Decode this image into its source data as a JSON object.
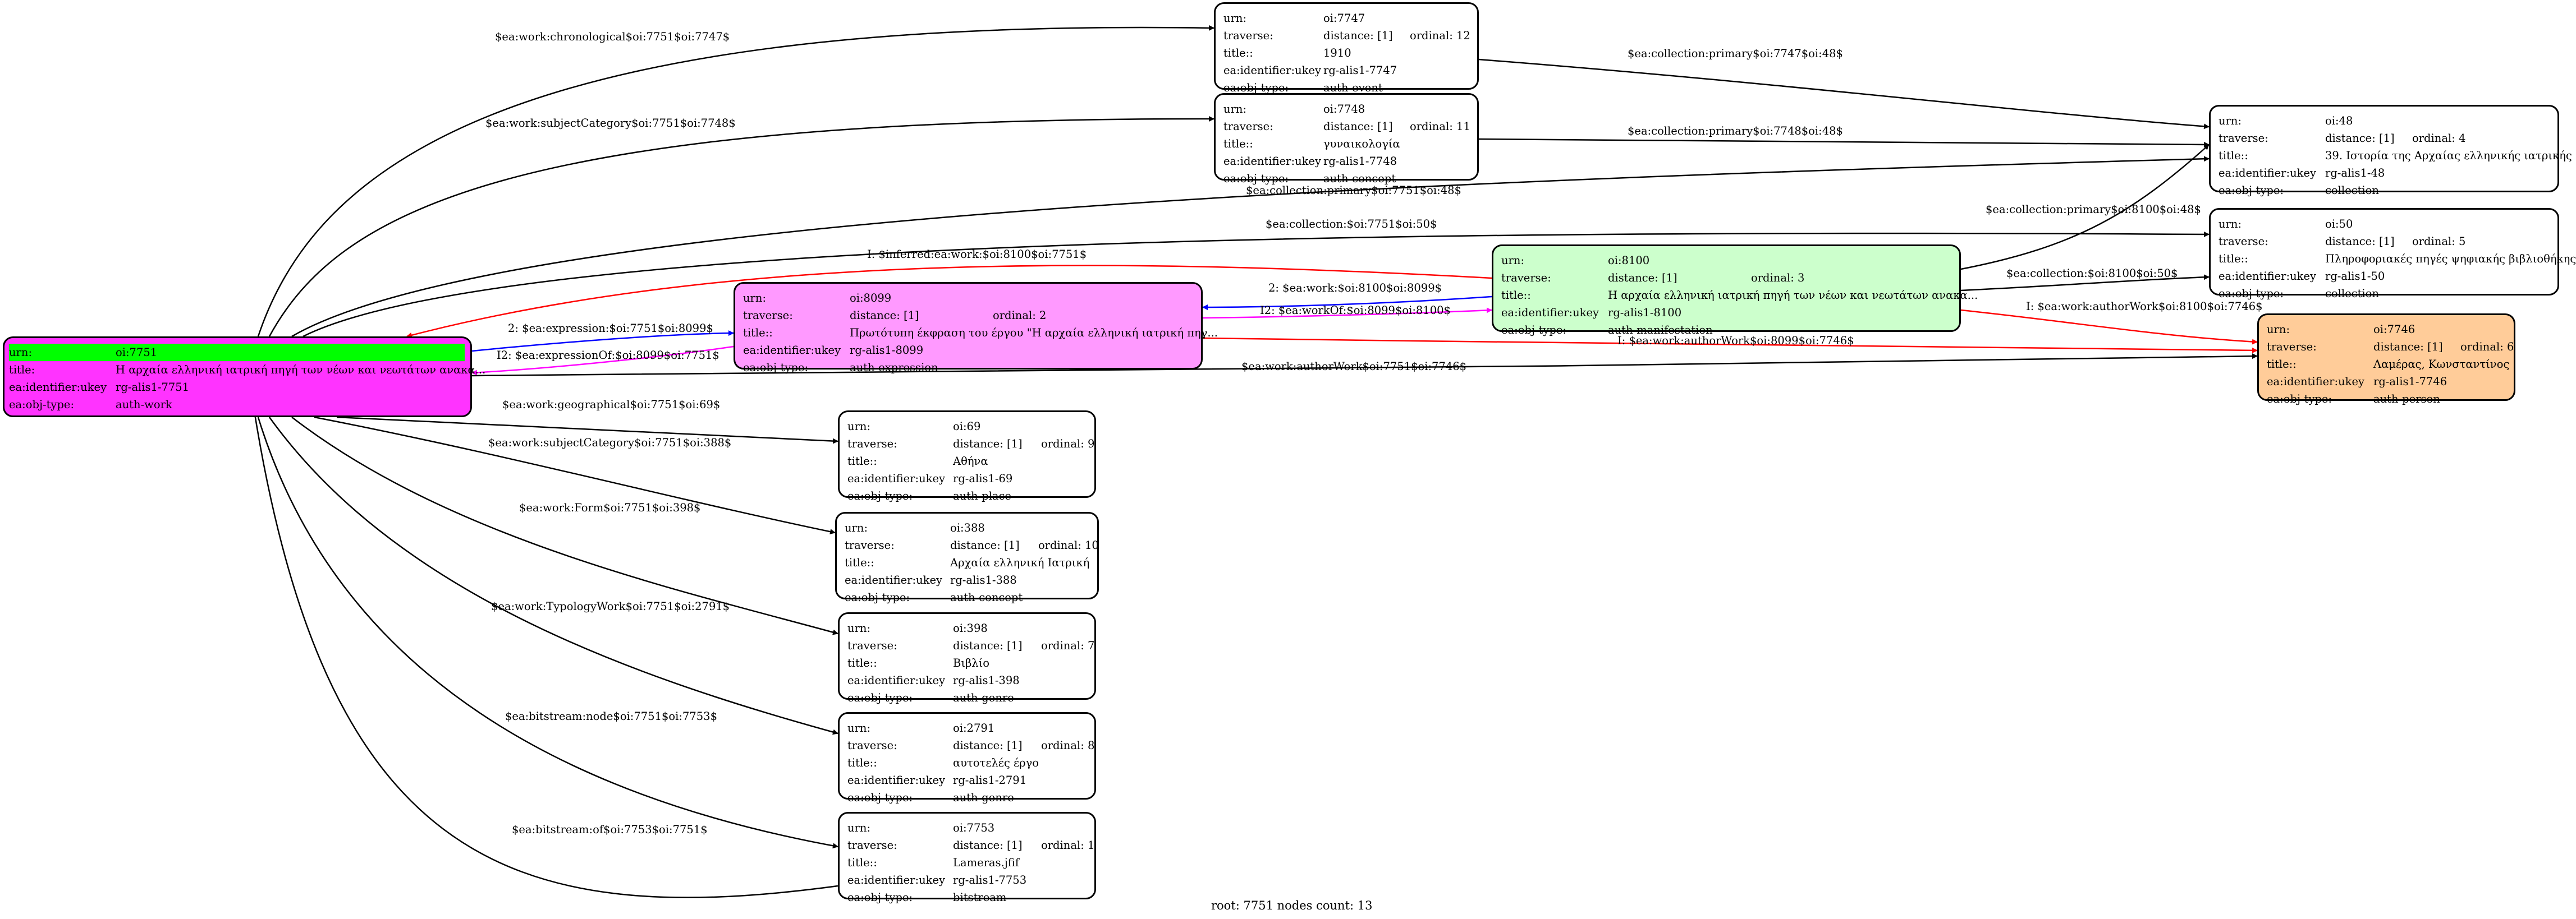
{
  "field_labels": {
    "urn": "urn:",
    "traverse": "traverse:",
    "title": "title::",
    "title_root": "title:",
    "ukey": "ea:identifier:ukey",
    "objtype": "ea:obj-type:"
  },
  "nodes": {
    "n7751": {
      "urn": "oi:7751",
      "title": "Η αρχαία ελληνική ιατρική πηγή των νέων και νεωτάτων ανακα...",
      "ukey": "rg-alis1-7751",
      "objtype": "auth-work",
      "fill": "#ff33ff"
    },
    "n8099": {
      "urn": "oi:8099",
      "distance": "distance: [1]",
      "ordinal": "ordinal: 2",
      "title": "Πρωτότυπη έκφραση του έργου \"Η αρχαία ελληνική ιατρική πηγ...",
      "ukey": "rg-alis1-8099",
      "objtype": "auth-expression",
      "fill": "#ff99ff"
    },
    "n8100": {
      "urn": "oi:8100",
      "distance": "distance: [1]",
      "ordinal": "ordinal: 3",
      "title": "Η αρχαία ελληνική ιατρική πηγή των νέων και νεωτάτων ανακα...",
      "ukey": "rg-alis1-8100",
      "objtype": "auth-manifestation",
      "fill": "#ccffcc"
    },
    "n7747": {
      "urn": "oi:7747",
      "distance": "distance: [1]",
      "ordinal": "ordinal: 12",
      "title": "1910",
      "ukey": "rg-alis1-7747",
      "objtype": "auth-event",
      "fill": "#ffffff"
    },
    "n7748": {
      "urn": "oi:7748",
      "distance": "distance: [1]",
      "ordinal": "ordinal: 11",
      "title": "γυναικολογία",
      "ukey": "rg-alis1-7748",
      "objtype": "auth-concept",
      "fill": "#ffffff"
    },
    "n48": {
      "urn": "oi:48",
      "distance": "distance: [1]",
      "ordinal": "ordinal: 4",
      "title": "39. Ιστορία της Αρχαίας ελληνικής ιατρικής",
      "ukey": "rg-alis1-48",
      "objtype": "collection",
      "fill": "#ffffff"
    },
    "n50": {
      "urn": "oi:50",
      "distance": "distance: [1]",
      "ordinal": "ordinal: 5",
      "title": "Πληροφοριακές πηγές ψηφιακής βιβλιοθήκης",
      "ukey": "rg-alis1-50",
      "objtype": "collection",
      "fill": "#ffffff"
    },
    "n7746": {
      "urn": "oi:7746",
      "distance": "distance: [1]",
      "ordinal": "ordinal: 6",
      "title": "Λαμέρας, Κωνσταντίνος",
      "ukey": "rg-alis1-7746",
      "objtype": "auth-person",
      "fill": "#ffcc99"
    },
    "n69": {
      "urn": "oi:69",
      "distance": "distance: [1]",
      "ordinal": "ordinal: 9",
      "title": "Αθήνα",
      "ukey": "rg-alis1-69",
      "objtype": "auth-place",
      "fill": "#ffffff"
    },
    "n388": {
      "urn": "oi:388",
      "distance": "distance: [1]",
      "ordinal": "ordinal: 10",
      "title": "Αρχαία ελληνική Ιατρική",
      "ukey": "rg-alis1-388",
      "objtype": "auth-concept",
      "fill": "#ffffff"
    },
    "n398": {
      "urn": "oi:398",
      "distance": "distance: [1]",
      "ordinal": "ordinal: 7",
      "title": "Βιβλίο",
      "ukey": "rg-alis1-398",
      "objtype": "auth-genre",
      "fill": "#ffffff"
    },
    "n2791": {
      "urn": "oi:2791",
      "distance": "distance: [1]",
      "ordinal": "ordinal: 8",
      "title": "αυτοτελές έργο",
      "ukey": "rg-alis1-2791",
      "objtype": "auth-genre",
      "fill": "#ffffff"
    },
    "n7753": {
      "urn": "oi:7753",
      "distance": "distance: [1]",
      "ordinal": "ordinal: 1",
      "title": "Lameras.jfif",
      "ukey": "rg-alis1-7753",
      "objtype": "bitstream",
      "fill": "#ffffff"
    }
  },
  "edges": [
    {
      "label": "$ea:work:chronological$oi:7751$oi:7747$",
      "color": "#000000"
    },
    {
      "label": "$ea:work:subjectCategory$oi:7751$oi:7748$",
      "color": "#000000"
    },
    {
      "label": "$ea:collection:primary$oi:7751$oi:48$",
      "color": "#000000"
    },
    {
      "label": "$ea:collection:$oi:7751$oi:50$",
      "color": "#000000"
    },
    {
      "label": "I: $inferred:ea:work:$oi:8100$oi:7751$",
      "color": "#ff0000"
    },
    {
      "label": "2: $ea:expression:$oi:7751$oi:8099$",
      "color": "#0000ff"
    },
    {
      "label": "I2: $ea:expressionOf:$oi:8099$oi:7751$",
      "color": "#ff00ff"
    },
    {
      "label": "$ea:work:authorWork$oi:7751$oi:7746$",
      "color": "#000000"
    },
    {
      "label": "$ea:work:geographical$oi:7751$oi:69$",
      "color": "#000000"
    },
    {
      "label": "$ea:work:subjectCategory$oi:7751$oi:388$",
      "color": "#000000"
    },
    {
      "label": "$ea:work:Form$oi:7751$oi:398$",
      "color": "#000000"
    },
    {
      "label": "$ea:work:TypologyWork$oi:7751$oi:2791$",
      "color": "#000000"
    },
    {
      "label": "$ea:bitstream:node$oi:7751$oi:7753$",
      "color": "#000000"
    },
    {
      "label": "$ea:bitstream:of$oi:7753$oi:7751$",
      "color": "#000000"
    },
    {
      "label": "2: $ea:work:$oi:8100$oi:8099$",
      "color": "#0000ff"
    },
    {
      "label": "I2: $ea:workOf:$oi:8099$oi:8100$",
      "color": "#ff00ff"
    },
    {
      "label": "I: $ea:work:authorWork$oi:8099$oi:7746$",
      "color": "#ff0000"
    },
    {
      "label": "$ea:collection:primary$oi:8100$oi:48$",
      "color": "#000000"
    },
    {
      "label": "$ea:collection:$oi:8100$oi:50$",
      "color": "#000000"
    },
    {
      "label": "I: $ea:work:authorWork$oi:8100$oi:7746$",
      "color": "#ff0000"
    },
    {
      "label": "$ea:collection:primary$oi:7747$oi:48$",
      "color": "#000000"
    },
    {
      "label": "$ea:collection:primary$oi:7748$oi:48$",
      "color": "#000000"
    }
  ],
  "footer": "root: 7751 nodes count: 13"
}
